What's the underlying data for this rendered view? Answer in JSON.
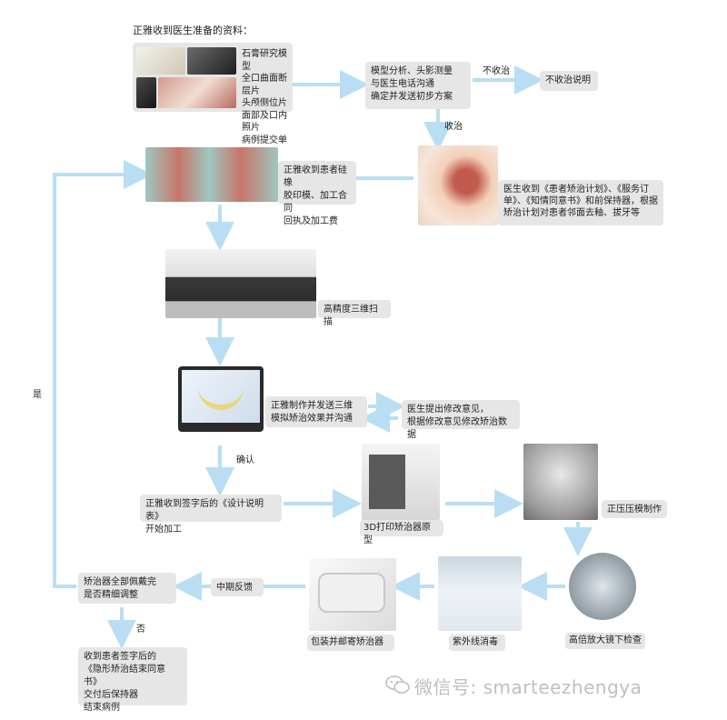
{
  "header": "正雅收到医生准备的资料：",
  "steps": {
    "materials": "石膏研究模型\n全口曲面断层片\n头颅侧位片\n面部及口内照片\n病例提交单",
    "analysis": "模型分析、头影测量\n与医生电话沟通\n确定并发送初步方案",
    "reject": "不收治说明",
    "doctor": "医生收到《患者矫治计划》、《服务订单》、《知情同意书》和前保持器，根据矫治计划对患者邻面去釉、拔牙等",
    "impression": "正雅收到患者硅橡\n胶印模、加工合同\n回执及加工费",
    "scan": "高精度三维扫描",
    "simulate": "正雅制作并发送三维\n模拟矫治效果并沟通",
    "feedback": "医生提出修改意见，\n根据修改意见修改矫治数据",
    "design_form": "正雅收到签字后的《设计说明表》\n开始加工",
    "print": "3D打印矫治器原型",
    "press": "正压压模制作",
    "inspect": "高倍放大镜下检查",
    "uv": "紫外线消毒",
    "pack": "包装并邮寄矫治器",
    "mid_feedback": "中期反馈",
    "wear_check": "矫治器全部佩戴完\n是否精细调整",
    "end": "收到患者签字后的\n《隐形矫治结束同意书》\n交付后保持器\n结束病例"
  },
  "edge_labels": {
    "not_treat": "不收治",
    "treat": "收治",
    "confirm": "确认",
    "yes": "是",
    "no": "否"
  },
  "watermark": "微信号: smarteezhengya",
  "colors": {
    "arrow": "#b9def3",
    "box": "#e6e6e6"
  },
  "icons": [
    "wechat-icon"
  ]
}
